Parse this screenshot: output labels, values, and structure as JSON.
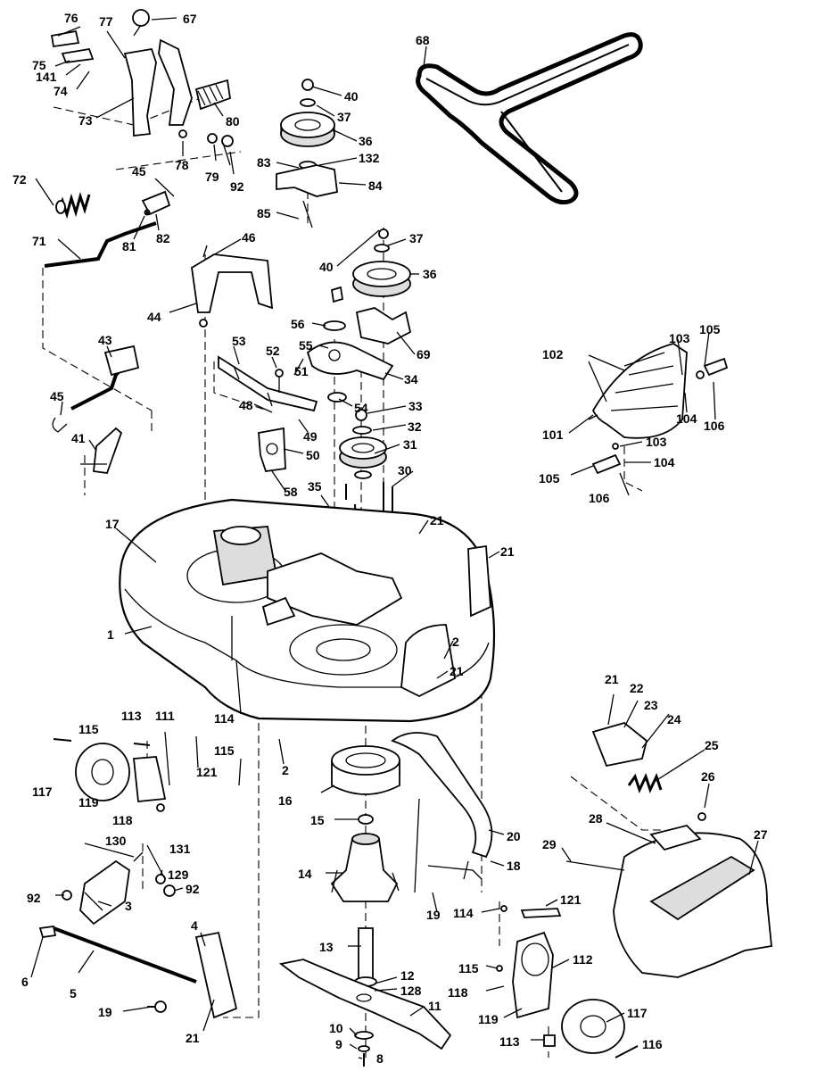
{
  "diagram": {
    "labels": [
      {
        "id": "l-76",
        "text": "76"
      },
      {
        "id": "l-77",
        "text": "77"
      },
      {
        "id": "l-67",
        "text": "67"
      },
      {
        "id": "l-75",
        "text": "75"
      },
      {
        "id": "l-141",
        "text": "141"
      },
      {
        "id": "l-74",
        "text": "74"
      },
      {
        "id": "l-73",
        "text": "73"
      },
      {
        "id": "l-80",
        "text": "80"
      },
      {
        "id": "l-78",
        "text": "78"
      },
      {
        "id": "l-79",
        "text": "79"
      },
      {
        "id": "l-92a",
        "text": "92"
      },
      {
        "id": "l-72",
        "text": "72"
      },
      {
        "id": "l-45a",
        "text": "45"
      },
      {
        "id": "l-81",
        "text": "81"
      },
      {
        "id": "l-82",
        "text": "82"
      },
      {
        "id": "l-71",
        "text": "71"
      },
      {
        "id": "l-68",
        "text": "68"
      },
      {
        "id": "l-40a",
        "text": "40"
      },
      {
        "id": "l-37a",
        "text": "37"
      },
      {
        "id": "l-36a",
        "text": "36"
      },
      {
        "id": "l-83",
        "text": "83"
      },
      {
        "id": "l-132",
        "text": "132"
      },
      {
        "id": "l-84",
        "text": "84"
      },
      {
        "id": "l-85",
        "text": "85"
      },
      {
        "id": "l-46",
        "text": "46"
      },
      {
        "id": "l-44",
        "text": "44"
      },
      {
        "id": "l-37b",
        "text": "37"
      },
      {
        "id": "l-40b",
        "text": "40"
      },
      {
        "id": "l-36b",
        "text": "36"
      },
      {
        "id": "l-56",
        "text": "56"
      },
      {
        "id": "l-55",
        "text": "55"
      },
      {
        "id": "l-69",
        "text": "69"
      },
      {
        "id": "l-53",
        "text": "53"
      },
      {
        "id": "l-52",
        "text": "52"
      },
      {
        "id": "l-51",
        "text": "51"
      },
      {
        "id": "l-34",
        "text": "34"
      },
      {
        "id": "l-43",
        "text": "43"
      },
      {
        "id": "l-45b",
        "text": "45"
      },
      {
        "id": "l-48",
        "text": "48"
      },
      {
        "id": "l-54",
        "text": "54"
      },
      {
        "id": "l-33",
        "text": "33"
      },
      {
        "id": "l-49",
        "text": "49"
      },
      {
        "id": "l-32",
        "text": "32"
      },
      {
        "id": "l-41",
        "text": "41"
      },
      {
        "id": "l-50",
        "text": "50"
      },
      {
        "id": "l-31",
        "text": "31"
      },
      {
        "id": "l-58",
        "text": "58"
      },
      {
        "id": "l-35",
        "text": "35"
      },
      {
        "id": "l-30",
        "text": "30"
      },
      {
        "id": "l-102",
        "text": "102"
      },
      {
        "id": "l-103a",
        "text": "103"
      },
      {
        "id": "l-105a",
        "text": "105"
      },
      {
        "id": "l-101",
        "text": "101"
      },
      {
        "id": "l-104a",
        "text": "104"
      },
      {
        "id": "l-106a",
        "text": "106"
      },
      {
        "id": "l-103b",
        "text": "103"
      },
      {
        "id": "l-104b",
        "text": "104"
      },
      {
        "id": "l-105b",
        "text": "105"
      },
      {
        "id": "l-106b",
        "text": "106"
      },
      {
        "id": "l-17",
        "text": "17"
      },
      {
        "id": "l-21a",
        "text": "21"
      },
      {
        "id": "l-21b",
        "text": "21"
      },
      {
        "id": "l-1",
        "text": "1"
      },
      {
        "id": "l-2a",
        "text": "2"
      },
      {
        "id": "l-21c",
        "text": "21"
      },
      {
        "id": "l-115a",
        "text": "115"
      },
      {
        "id": "l-113a",
        "text": "113"
      },
      {
        "id": "l-111",
        "text": "111"
      },
      {
        "id": "l-114a",
        "text": "114"
      },
      {
        "id": "l-115b",
        "text": "115"
      },
      {
        "id": "l-117a",
        "text": "117"
      },
      {
        "id": "l-119a",
        "text": "119"
      },
      {
        "id": "l-121a",
        "text": "121"
      },
      {
        "id": "l-118a",
        "text": "118"
      },
      {
        "id": "l-2b",
        "text": "2"
      },
      {
        "id": "l-16",
        "text": "16"
      },
      {
        "id": "l-21d",
        "text": "21"
      },
      {
        "id": "l-22",
        "text": "22"
      },
      {
        "id": "l-23",
        "text": "23"
      },
      {
        "id": "l-24",
        "text": "24"
      },
      {
        "id": "l-25",
        "text": "25"
      },
      {
        "id": "l-26",
        "text": "26"
      },
      {
        "id": "l-28",
        "text": "28"
      },
      {
        "id": "l-27",
        "text": "27"
      },
      {
        "id": "l-29",
        "text": "29"
      },
      {
        "id": "l-15",
        "text": "15"
      },
      {
        "id": "l-20",
        "text": "20"
      },
      {
        "id": "l-130",
        "text": "130"
      },
      {
        "id": "l-131",
        "text": "131"
      },
      {
        "id": "l-129",
        "text": "129"
      },
      {
        "id": "l-92b",
        "text": "92"
      },
      {
        "id": "l-92c",
        "text": "92"
      },
      {
        "id": "l-3",
        "text": "3"
      },
      {
        "id": "l-14",
        "text": "14"
      },
      {
        "id": "l-18",
        "text": "18"
      },
      {
        "id": "l-19a",
        "text": "19"
      },
      {
        "id": "l-114b",
        "text": "114"
      },
      {
        "id": "l-121b",
        "text": "121"
      },
      {
        "id": "l-4",
        "text": "4"
      },
      {
        "id": "l-6a",
        "text": "6"
      },
      {
        "id": "l-5",
        "text": "5"
      },
      {
        "id": "l-13",
        "text": "13"
      },
      {
        "id": "l-115c",
        "text": "115"
      },
      {
        "id": "l-112",
        "text": "112"
      },
      {
        "id": "l-12",
        "text": "12"
      },
      {
        "id": "l-128",
        "text": "128"
      },
      {
        "id": "l-118b",
        "text": "118"
      },
      {
        "id": "l-11",
        "text": "11"
      },
      {
        "id": "l-19b",
        "text": "19"
      },
      {
        "id": "l-119b",
        "text": "119"
      },
      {
        "id": "l-117b",
        "text": "117"
      },
      {
        "id": "l-21e",
        "text": "21"
      },
      {
        "id": "l-10",
        "text": "10"
      },
      {
        "id": "l-9",
        "text": "9"
      },
      {
        "id": "l-113b",
        "text": "113"
      },
      {
        "id": "l-116",
        "text": "116"
      },
      {
        "id": "l-8",
        "text": "8"
      }
    ]
  }
}
